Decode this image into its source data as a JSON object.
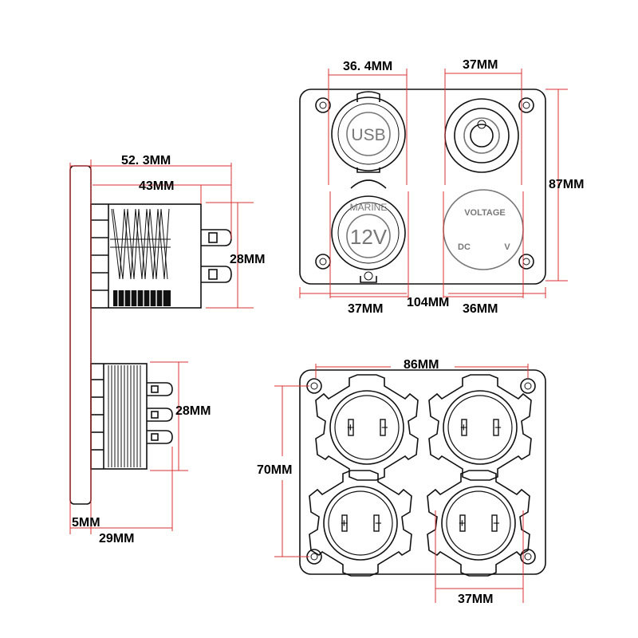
{
  "dimensions": {
    "side_total_depth": "52. 3MM",
    "side_body_depth": "43MM",
    "side_top_terminal_height": "28MM",
    "side_bottom_terminal_height": "28MM",
    "side_panel_thickness": "5MM",
    "side_bottom_depth": "29MM",
    "top_usb_width": "36. 4MM",
    "top_switch_width": "37MM",
    "top_panel_height": "87MM",
    "top_socket_width": "37MM",
    "top_panel_width": "104MM",
    "top_voltmeter_width": "36MM",
    "bottom_hole_spacing_x": "86MM",
    "bottom_hole_spacing_y": "70MM",
    "bottom_cap_width": "37MM"
  },
  "labels": {
    "usb": "USB",
    "marine": "MARINE",
    "twelve_v": "12V",
    "voltage": "VOLTAGE",
    "dc": "DC",
    "v": "V",
    "plus": "+",
    "minus": "−"
  }
}
